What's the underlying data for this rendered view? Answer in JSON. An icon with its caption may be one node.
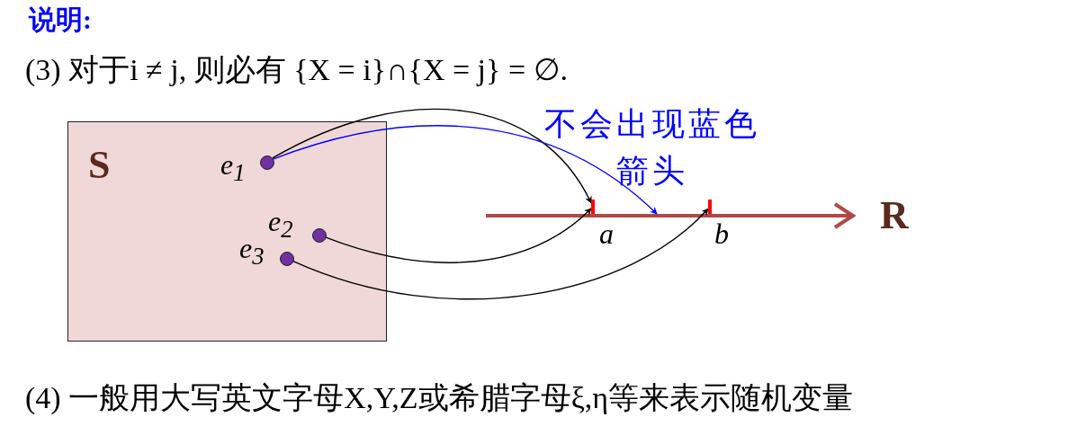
{
  "diagram": {
    "title": "说明:",
    "nodes": [
      {
        "text": [
          "S"
        ]
      },
      {
        "text": [],
        "shape": "circle",
        "in": 0,
        "beside": [
          "e$_{1}$"
        ]
      },
      {
        "text": [],
        "shape": "circle",
        "in": 0,
        "beside": [
          "e$_{2}$"
        ]
      },
      {
        "text": [],
        "shape": "circle",
        "in": 0,
        "beside": [
          "e$_{3}$"
        ]
      },
      {
        "text": [],
        "shape": "bar",
        "beside": [
          "a"
        ]
      },
      {
        "text": [],
        "shape": "bar",
        "beside": [
          "b"
        ]
      }
    ],
    "edges": [
      {
        "from": 1,
        "to": 4,
        "arrow": "to"
      },
      {
        "from": 1,
        "to": null,
        "arrow": "to",
        "color": "#0000ff"
      },
      {
        "from": 2,
        "to": 4,
        "arrow": "to"
      },
      {
        "from": 3,
        "to": 5,
        "arrow": "to"
      }
    ],
    "labels": [
      "(3) 对于i ≠ j, 则必有 {X = i}∩{X = j} = ∅.",
      "R",
      "不会出现蓝色箭头",
      "(4) 一般用大写英文字母X,Y,Z或希腊字母ξ,η等来表示随机变量"
    ]
  }
}
